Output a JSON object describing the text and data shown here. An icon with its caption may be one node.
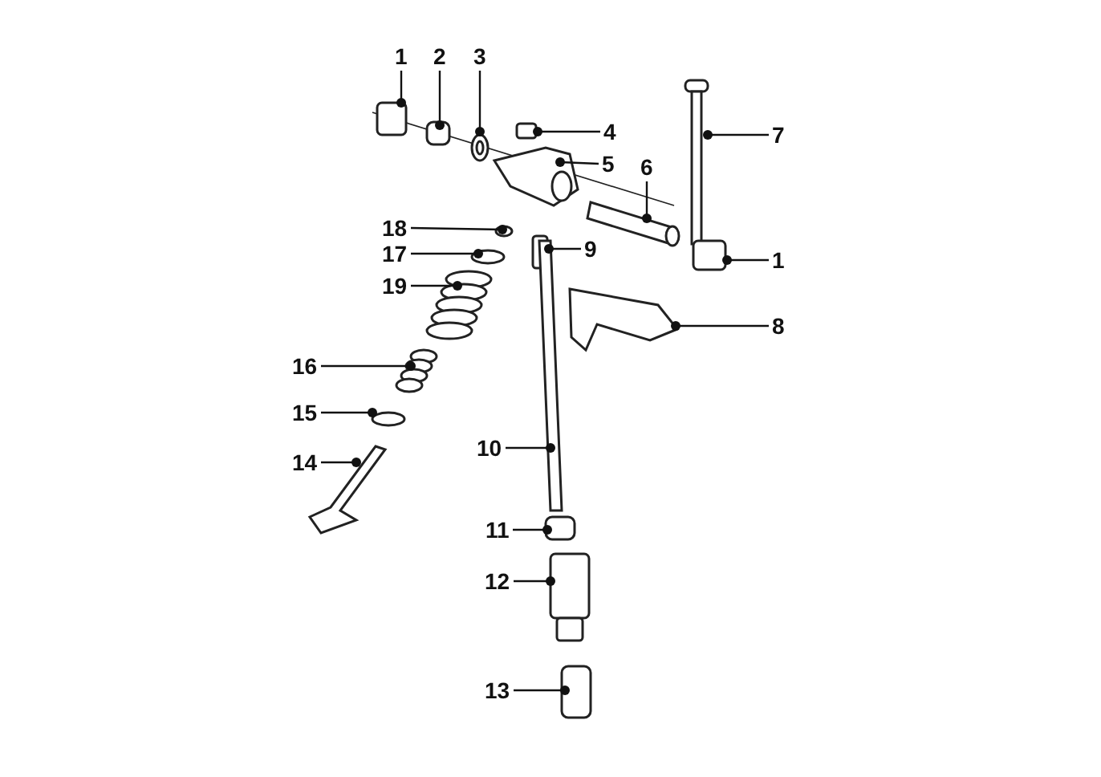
{
  "diagram": {
    "nodes": [
      {
        "text": [
          "1"
        ]
      },
      {
        "text": [
          "2"
        ]
      },
      {
        "text": [
          "3"
        ]
      },
      {
        "text": [
          "4"
        ]
      },
      {
        "text": [
          "5"
        ]
      },
      {
        "text": [
          "6"
        ]
      },
      {
        "text": [
          "7"
        ]
      },
      {
        "text": [
          "18"
        ]
      },
      {
        "text": [
          "17"
        ]
      },
      {
        "text": [
          "9"
        ]
      },
      {
        "text": [
          "1"
        ]
      },
      {
        "text": [
          "19"
        ]
      },
      {
        "text": [
          "8"
        ]
      },
      {
        "text": [
          "16"
        ]
      },
      {
        "text": [
          "15"
        ]
      },
      {
        "text": [
          "10"
        ]
      },
      {
        "text": [
          "14"
        ]
      },
      {
        "text": [
          "11"
        ]
      },
      {
        "text": [
          "12"
        ]
      },
      {
        "text": [
          "13"
        ]
      }
    ],
    "edges": [
      {
        "from": 0,
        "to": null,
        "arrow": "other"
      },
      {
        "from": 1,
        "to": null,
        "arrow": "other"
      },
      {
        "from": 2,
        "to": null,
        "arrow": "other"
      },
      {
        "from": 3,
        "to": null,
        "arrow": "other"
      },
      {
        "from": 4,
        "to": null,
        "arrow": "other"
      },
      {
        "from": 5,
        "to": null,
        "arrow": "other"
      },
      {
        "from": 6,
        "to": null,
        "arrow": "other"
      },
      {
        "from": 7,
        "to": null,
        "arrow": "other"
      },
      {
        "from": 8,
        "to": null,
        "arrow": "other"
      },
      {
        "from": 9,
        "to": null,
        "arrow": "other"
      },
      {
        "from": 10,
        "to": null,
        "arrow": "other"
      },
      {
        "from": 11,
        "to": null,
        "arrow": "other"
      },
      {
        "from": 12,
        "to": null,
        "arrow": "other"
      },
      {
        "from": 13,
        "to": null,
        "arrow": "other"
      },
      {
        "from": 14,
        "to": null,
        "arrow": "other"
      },
      {
        "from": 15,
        "to": null,
        "arrow": "other"
      },
      {
        "from": 16,
        "to": null,
        "arrow": "other"
      },
      {
        "from": 17,
        "to": null,
        "arrow": "other"
      },
      {
        "from": 18,
        "to": null,
        "arrow": "other"
      },
      {
        "from": 19,
        "to": null,
        "arrow": "other"
      }
    ]
  }
}
